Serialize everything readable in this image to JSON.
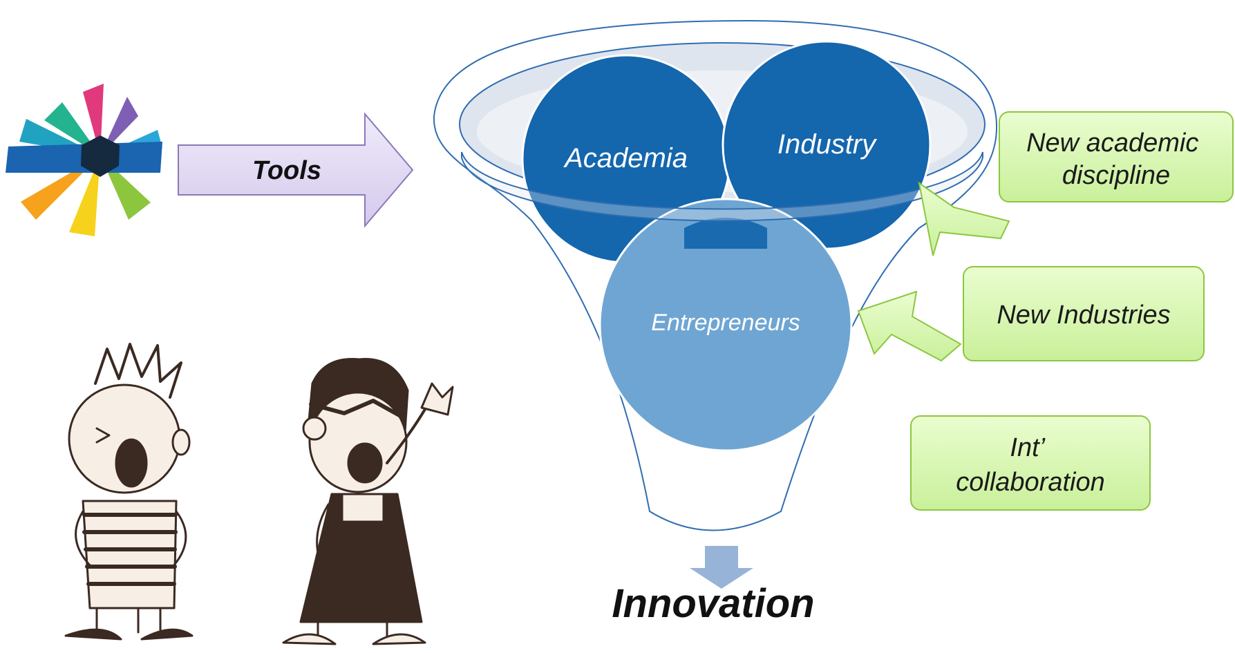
{
  "arrow_label": "Tools",
  "funnel": {
    "circles": {
      "academia": "Academia",
      "industry": "Industry",
      "entrepreneurs": "Entrepreneurs"
    },
    "output": "Innovation"
  },
  "callouts": {
    "new_discipline": [
      "New academic",
      "discipline"
    ],
    "new_industries": "New Industries",
    "intl_collab": [
      "Int’",
      "collaboration"
    ]
  },
  "colors": {
    "circle_dark": "#1466ad",
    "circle_light": "#6fa5d2",
    "funnel_stroke": "#2f6db0",
    "ring_fill": "#dfe5ee",
    "tools_arrow_fill": "#e3dcf2",
    "tools_arrow_stroke": "#8a79b8",
    "callout_fill": "#d9f7b0",
    "callout_stroke": "#8cc63f",
    "down_arrow": "#98b3d8"
  },
  "icons": {
    "logo": "multicolor-star-logo",
    "cartoon": "two-kids-cartoon-illustration"
  }
}
